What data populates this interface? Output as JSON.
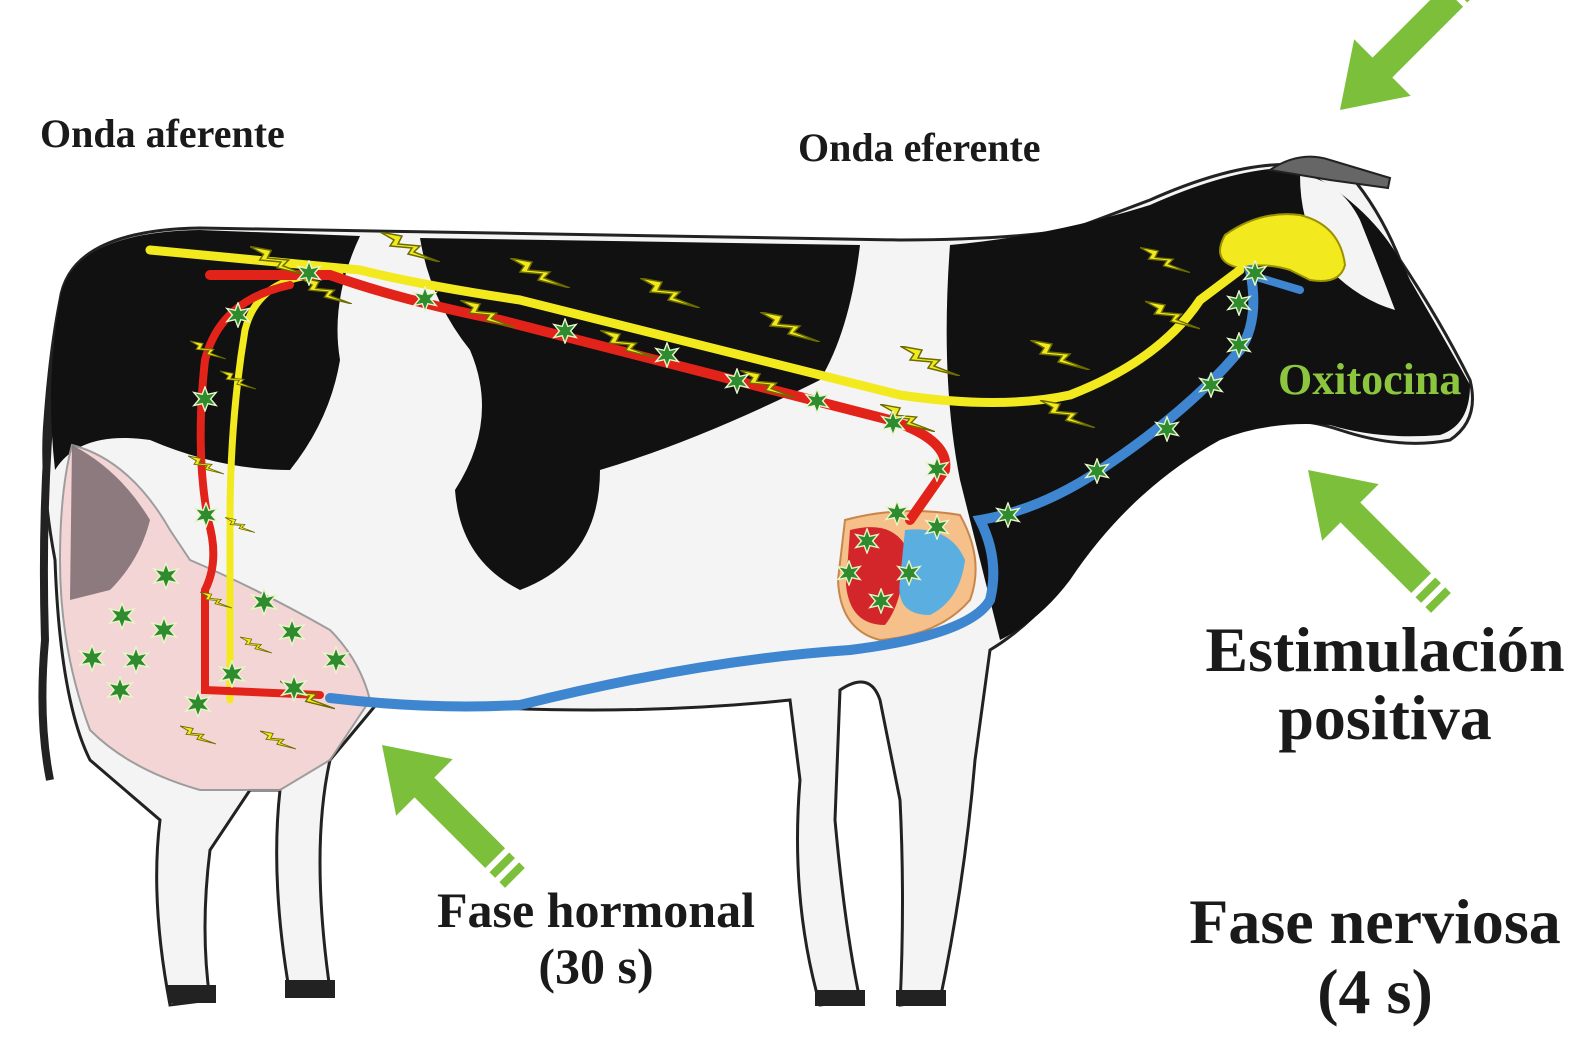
{
  "labels": {
    "onda_aferente": "Onda aferente",
    "onda_eferente": "Onda eferente",
    "oxitocina": "Oxitocina",
    "estimulacion_line1": "Estimulación",
    "estimulacion_line2": "positiva",
    "fase_hormonal_line1": "Fase hormonal",
    "fase_hormonal_line2": "(30 s)",
    "fase_nerviosa_line1": "Fase nerviosa",
    "fase_nerviosa_line2": "(4 s)"
  },
  "colors": {
    "nerve_afferent": "#f2ea1e",
    "nerve_efferent": "#e2231a",
    "hormone_path": "#3f86d0",
    "arrow": "#7cbf3a",
    "oxitocina_text": "#8cc63f",
    "hormone_star": "#2e8b2e",
    "udder": "#f4d4d4",
    "gland": "#f6c08a"
  },
  "icons": {
    "bolt": "lightning-bolt-icon",
    "star": "hormone-star-icon",
    "arrow": "stimulus-arrow-icon"
  }
}
